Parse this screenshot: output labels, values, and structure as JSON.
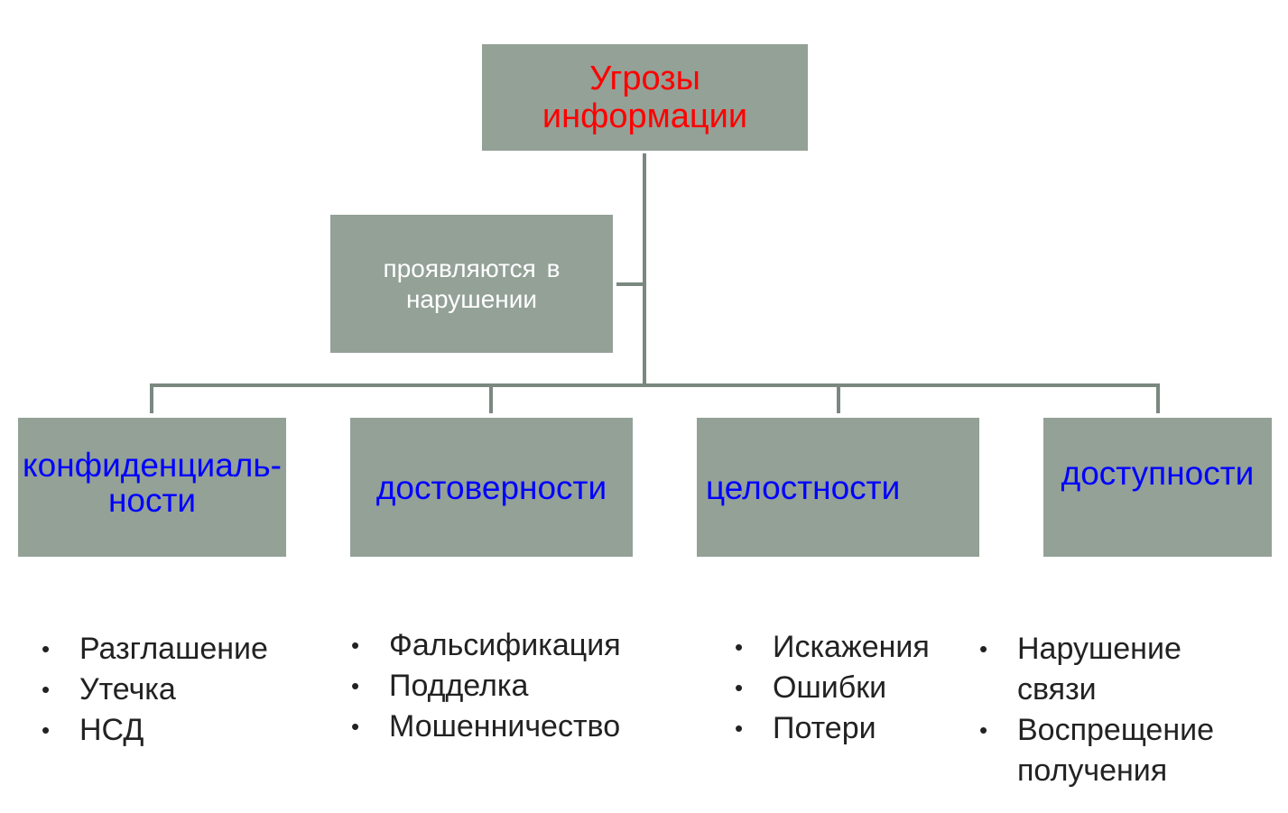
{
  "root": "Угрозы информации",
  "relation": "проявляются в нарушении",
  "categories": [
    {
      "label": "конфиденциаль-ности",
      "items": [
        "Разглашение",
        "Утечка",
        "НСД"
      ]
    },
    {
      "label": "достоверности",
      "items": [
        "Фальсификация",
        "Подделка",
        "Мошенничество"
      ]
    },
    {
      "label": "целостности",
      "items": [
        "Искажения",
        "Ошибки",
        "Потери"
      ]
    },
    {
      "label": "доступности",
      "items": [
        "Нарушение связи",
        "Воспрещение получения"
      ]
    }
  ],
  "colors": {
    "box": "#93a197",
    "line": "#7a8880",
    "root_text": "#ff0000",
    "category_text": "#0000ff"
  }
}
